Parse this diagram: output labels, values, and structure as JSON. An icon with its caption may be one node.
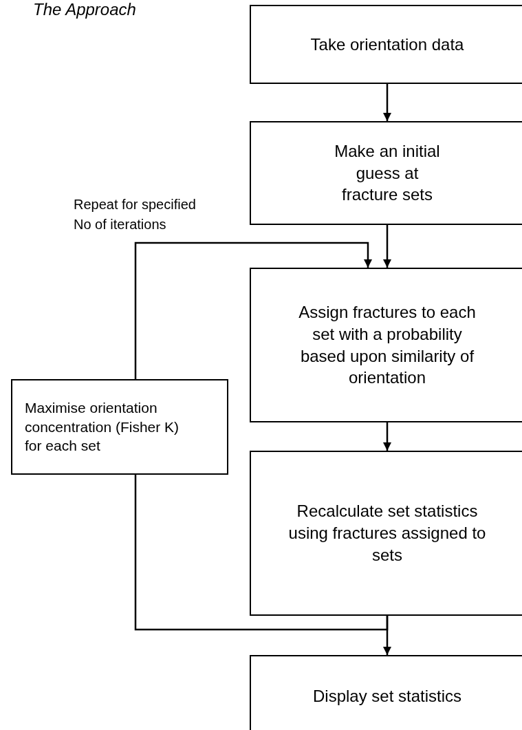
{
  "diagram": {
    "title": "The Approach",
    "nodes": [
      {
        "text": [
          "Take orientation data"
        ]
      },
      {
        "text": [
          "Make an initial guess at fracture sets"
        ]
      },
      {
        "text": [
          "Assign fractures to each set with a probability based upon similarity of orientation"
        ]
      },
      {
        "text": [
          "Recalculate set statistics using fractures assigned to sets"
        ]
      },
      {
        "text": [
          "Display set statistics"
        ]
      },
      {
        "text": [
          "Maximise orientation concentration (Fisher K) for each set"
        ]
      }
    ],
    "edges": [
      {
        "from": 0,
        "to": 1,
        "arrow": "to"
      },
      {
        "from": 1,
        "to": 2,
        "arrow": "to"
      },
      {
        "from": 2,
        "to": 3,
        "arrow": "to"
      },
      {
        "from": 3,
        "to": 4,
        "arrow": "to"
      },
      {
        "from": 5,
        "to": 2,
        "arrow": "to",
        "label": "Repeat for specified No of iterations"
      },
      {
        "from": 3,
        "to": 5,
        "arrow": "none"
      }
    ]
  }
}
